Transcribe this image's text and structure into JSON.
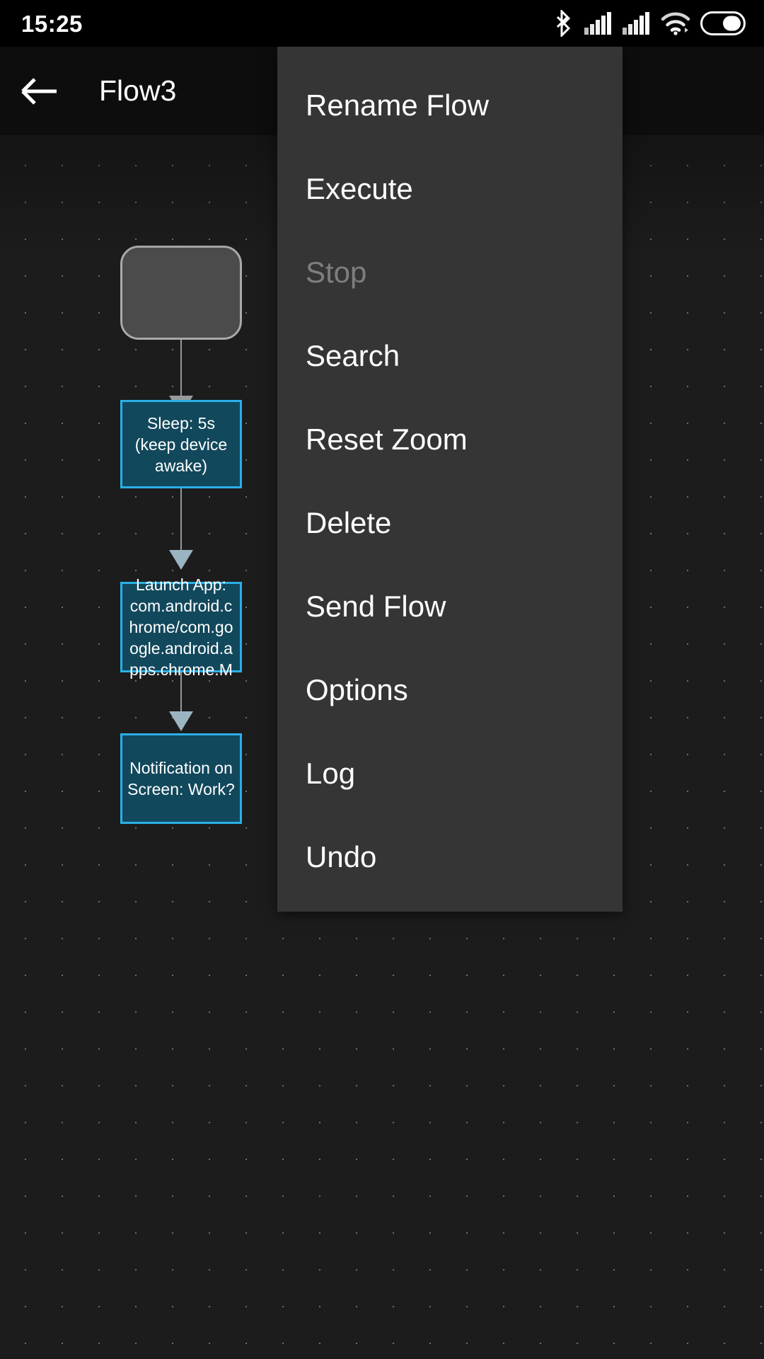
{
  "status_bar": {
    "time": "15:25",
    "icons": [
      {
        "name": "bluetooth-icon",
        "label": "Bluetooth"
      },
      {
        "name": "signal-bars-sim1-icon",
        "label": "Cellular signal SIM 1"
      },
      {
        "name": "signal-bars-sim2-icon",
        "label": "Cellular signal SIM 2"
      },
      {
        "name": "wifi-icon",
        "label": "Wi-Fi"
      },
      {
        "name": "battery-icon",
        "label": "Battery"
      }
    ]
  },
  "app_bar": {
    "back_icon": "arrow-left-icon",
    "title": "Flow3"
  },
  "colors": {
    "accent": "#2ab0e8",
    "node_fill": "#12485c",
    "start_node_fill": "#4b4b4b",
    "start_node_border": "#a9a9a9",
    "canvas_bg": "#1c1c1c",
    "menu_bg": "#353535",
    "app_bar_bg": "#0d0d0d",
    "status_bar_bg": "#000000",
    "disabled_text": "#7e7e7e",
    "edge": "#8d9aa1"
  },
  "canvas": {
    "nodes": [
      {
        "id": "start",
        "type": "start",
        "label": ""
      },
      {
        "id": "sleep",
        "type": "action",
        "label": "Sleep: 5s (keep device awake)"
      },
      {
        "id": "launch",
        "type": "action",
        "label": "Launch App: com.android.chrome/com.google.android.apps.chrome.M"
      },
      {
        "id": "notify",
        "type": "action",
        "label": "Notification on Screen: Work?"
      }
    ],
    "edges": [
      {
        "from": "start",
        "to": "sleep",
        "arrow_color": "#9a9a9a"
      },
      {
        "from": "sleep",
        "to": "launch",
        "arrow_color": "#9bb4c2"
      },
      {
        "from": "launch",
        "to": "notify",
        "arrow_color": "#9bb4c2"
      }
    ]
  },
  "overflow_menu": {
    "items": [
      {
        "label": "Rename Flow",
        "enabled": true
      },
      {
        "label": "Execute",
        "enabled": true
      },
      {
        "label": "Stop",
        "enabled": false
      },
      {
        "label": "Search",
        "enabled": true
      },
      {
        "label": "Reset Zoom",
        "enabled": true
      },
      {
        "label": "Delete",
        "enabled": true
      },
      {
        "label": "Send Flow",
        "enabled": true
      },
      {
        "label": "Options",
        "enabled": true
      },
      {
        "label": "Log",
        "enabled": true
      },
      {
        "label": "Undo",
        "enabled": true
      }
    ]
  }
}
